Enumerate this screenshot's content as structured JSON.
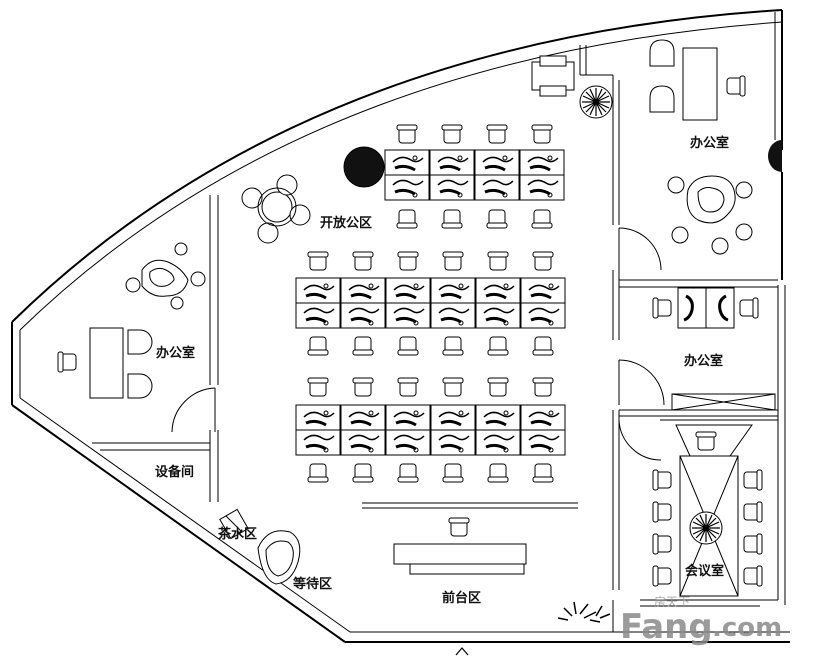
{
  "rooms": {
    "open_office": "开放公区",
    "office_left": "办公室",
    "office_top_right": "办公室",
    "office_mid_right": "办公室",
    "equipment_room": "设备间",
    "tea_area": "茶水区",
    "waiting_area": "等待区",
    "reception_area": "前台区",
    "meeting_room": "会议室"
  },
  "watermark": {
    "brand": "Fang",
    "domain": ".com",
    "chinese": "房天下"
  },
  "colors": {
    "line": "#000000",
    "label": "#111111",
    "watermark": "#8a8a8a"
  }
}
